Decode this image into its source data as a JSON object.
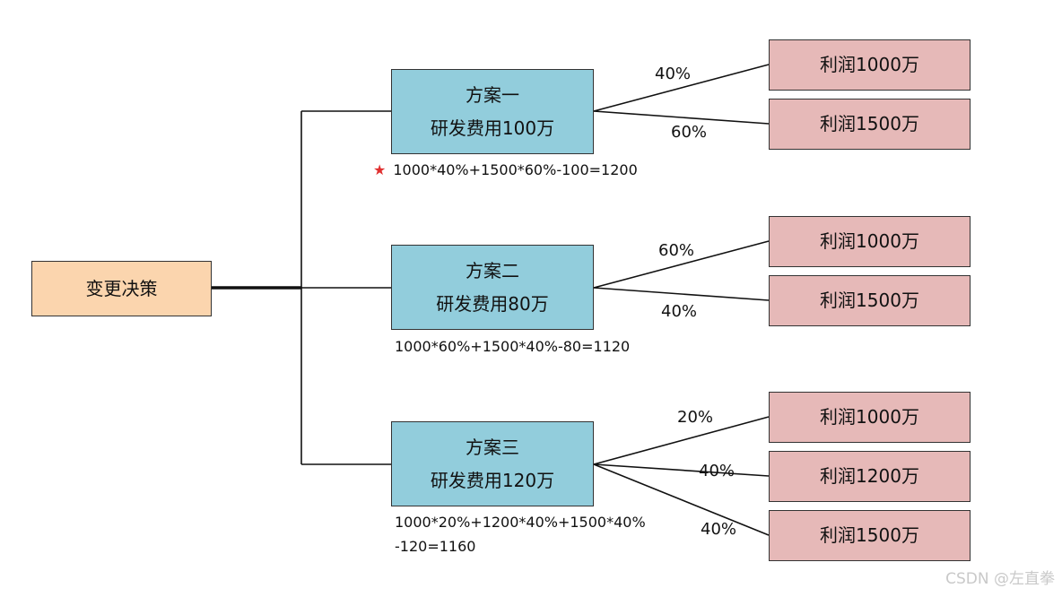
{
  "root": {
    "label": "变更决策"
  },
  "plans": [
    {
      "name": "方案一",
      "cost": "研发费用100万",
      "star": "★",
      "formula_lines": [
        "1000*40%+1500*60%-100=1200"
      ],
      "branches": [
        {
          "probability": "40%",
          "profit": "利润1000万"
        },
        {
          "probability": "60%",
          "profit": "利润1500万"
        }
      ]
    },
    {
      "name": "方案二",
      "cost": "研发费用80万",
      "formula_lines": [
        "1000*60%+1500*40%-80=1120"
      ],
      "branches": [
        {
          "probability": "60%",
          "profit": "利润1000万"
        },
        {
          "probability": "40%",
          "profit": "利润1500万"
        }
      ]
    },
    {
      "name": "方案三",
      "cost": "研发费用120万",
      "formula_lines": [
        "1000*20%+1200*40%+1500*40%",
        "-120=1160"
      ],
      "branches": [
        {
          "probability": "20%",
          "profit": "利润1000万"
        },
        {
          "probability": "40%",
          "profit": "利润1200万"
        },
        {
          "probability": "40%",
          "profit": "利润1500万"
        }
      ]
    }
  ],
  "watermark": "CSDN @左直拳"
}
